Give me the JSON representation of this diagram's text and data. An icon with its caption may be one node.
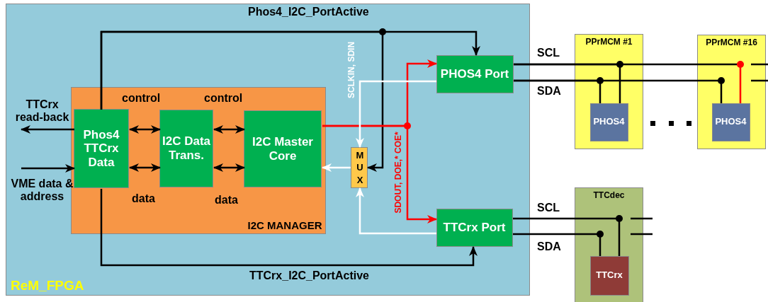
{
  "diagram": {
    "nodes": [
      {
        "text": [
          "ReM_FPGA"
        ]
      },
      {
        "text": [
          "I2C MANAGER"
        ],
        "in": 0
      },
      {
        "text": [
          "Phos4 TTCrx Data"
        ],
        "in": 1
      },
      {
        "text": [
          "I2C Data Trans."
        ],
        "in": 1
      },
      {
        "text": [
          "I2C Master Core"
        ],
        "in": 1
      },
      {
        "text": [
          "MUX"
        ],
        "in": 0
      },
      {
        "text": [
          "PHOS4 Port"
        ],
        "in": 0
      },
      {
        "text": [
          "TTCrx Port"
        ],
        "in": 0
      },
      {
        "text": [
          "PPrMCM #1"
        ]
      },
      {
        "text": [
          "PHOS4"
        ],
        "in": 8
      },
      {
        "text": [
          "PPrMCM #16"
        ]
      },
      {
        "text": [
          "PHOS4"
        ],
        "in": 10
      },
      {
        "text": [
          "TTCdec"
        ]
      },
      {
        "text": [
          "TTCrx"
        ],
        "in": 12
      },
      {
        "text": [
          "TTCrx read-back"
        ],
        "in": 0
      },
      {
        "text": [
          "VME data & address"
        ],
        "in": 0
      }
    ],
    "edges": [
      {
        "from": 2,
        "to": 3,
        "arrow": "both"
      },
      {
        "from": 2,
        "to": 3,
        "arrow": "both"
      },
      {
        "from": 3,
        "to": 4,
        "arrow": "both"
      },
      {
        "from": 3,
        "to": 4,
        "arrow": "both"
      },
      {
        "from": 2,
        "to": 14,
        "arrow": "to"
      },
      {
        "from": 15,
        "to": 2,
        "arrow": "to"
      },
      {
        "from": 2,
        "to": 6,
        "arrow": "to"
      },
      {
        "from": 2,
        "to": 5,
        "arrow": "to"
      },
      {
        "from": 2,
        "to": 7,
        "arrow": "to"
      },
      {
        "from": 4,
        "to": 6,
        "arrow": "to",
        "color": "#ff0000"
      },
      {
        "from": 4,
        "to": 7,
        "arrow": "to",
        "color": "#ff0000"
      },
      {
        "from": 6,
        "to": 5,
        "arrow": "to",
        "color": "#ffffff"
      },
      {
        "from": 7,
        "to": 5,
        "arrow": "to",
        "color": "#ffffff"
      },
      {
        "from": 5,
        "to": 4,
        "arrow": "to",
        "color": "#ffffff"
      },
      {
        "from": 6,
        "to": 9,
        "arrow": "none"
      },
      {
        "from": 6,
        "to": 9,
        "arrow": "none"
      },
      {
        "from": 6,
        "to": 11,
        "arrow": "none",
        "color": "#ff0000"
      },
      {
        "from": 6,
        "to": 11,
        "arrow": "none"
      },
      {
        "from": 7,
        "to": 13,
        "arrow": "none"
      },
      {
        "from": 7,
        "to": 13,
        "arrow": "none"
      }
    ],
    "labels": [
      "Phos4_I2C_PortActive",
      "SCL",
      "control",
      "control",
      "SCLKIN, SDIN",
      "SDA",
      "SDOUT, DOE,* COE*",
      "data",
      "data",
      "SCL",
      "SDA",
      "TTCrx_I2C_PortActive"
    ]
  }
}
